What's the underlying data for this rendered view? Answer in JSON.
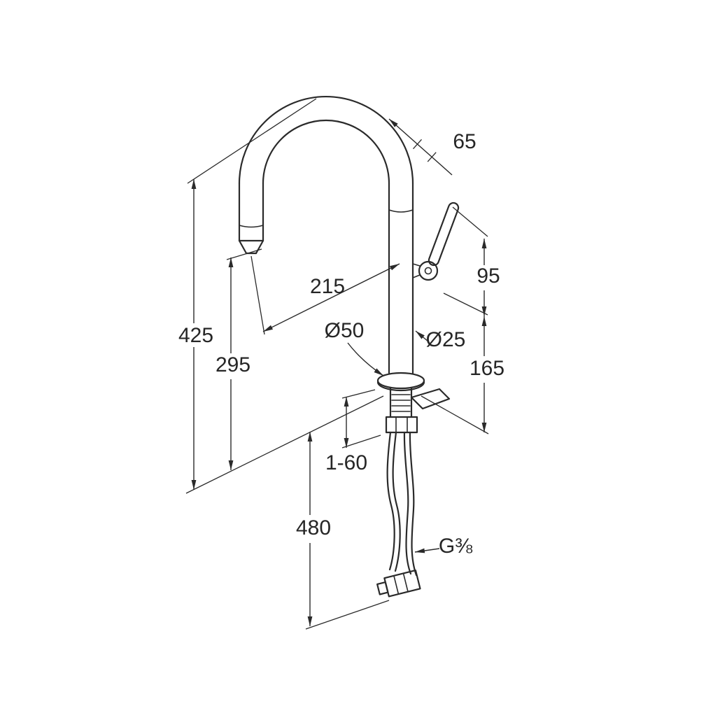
{
  "figure": {
    "background": "#ffffff",
    "line_color": "#2a2a2a"
  },
  "drawing": {
    "labels": {
      "spout_offset": "65",
      "overall_height": "425",
      "outlet_height": "295",
      "spout_reach": "215",
      "base_dia": "Ø50",
      "body_dia": "Ø25",
      "handle_length": "95",
      "deck_to_handle": "165",
      "mount_range": "1-60",
      "hose_length": "480",
      "thread": "G⅜"
    }
  }
}
